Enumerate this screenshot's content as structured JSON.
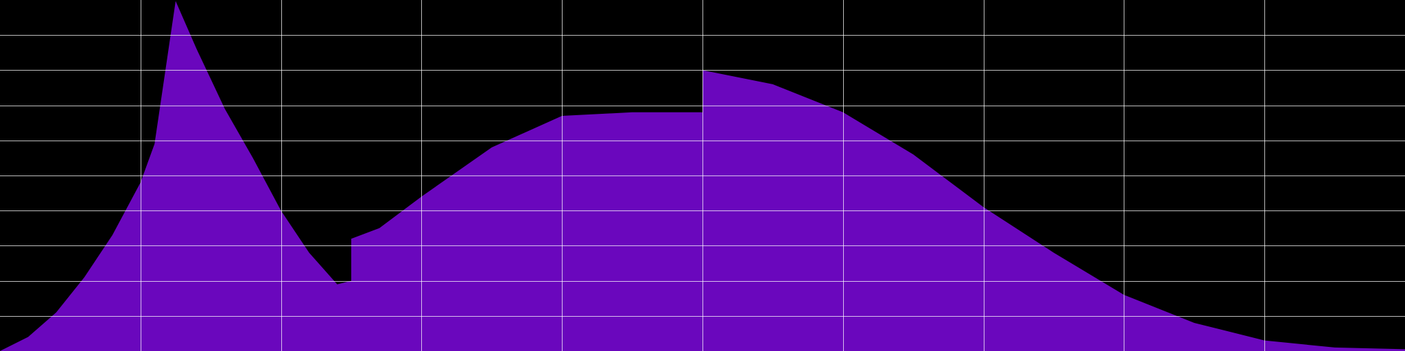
{
  "chart_data": {
    "type": "area",
    "background_color": "#000000",
    "fill_color": "#6a07bd",
    "grid_color": "#ffffff",
    "grid": true,
    "xlim": [
      0,
      1
    ],
    "ylim": [
      0,
      1
    ],
    "x_grid": [
      0.1,
      0.2,
      0.3,
      0.4,
      0.5,
      0.6,
      0.7,
      0.8,
      0.9
    ],
    "y_grid": [
      0.1,
      0.2,
      0.3,
      0.4,
      0.5,
      0.6,
      0.7,
      0.8,
      0.9
    ],
    "series": [
      {
        "x": [
          0,
          0.02,
          0.04,
          0.06,
          0.08,
          0.1,
          0.11,
          0.125,
          0.14,
          0.16,
          0.18,
          0.2,
          0.22,
          0.24,
          0.25,
          0.25,
          0.27,
          0.3,
          0.35,
          0.4,
          0.45,
          0.5,
          0.5,
          0.55,
          0.6,
          0.65,
          0.7,
          0.75,
          0.8,
          0.85,
          0.9,
          0.95,
          1.0
        ],
        "y": [
          0,
          0.04,
          0.11,
          0.21,
          0.33,
          0.48,
          0.59,
          0.997,
          0.86,
          0.69,
          0.55,
          0.4,
          0.28,
          0.19,
          0.2,
          0.32,
          0.35,
          0.44,
          0.58,
          0.67,
          0.68,
          0.68,
          0.8,
          0.76,
          0.68,
          0.56,
          0.41,
          0.28,
          0.16,
          0.08,
          0.03,
          0.01,
          0.005
        ]
      }
    ]
  }
}
